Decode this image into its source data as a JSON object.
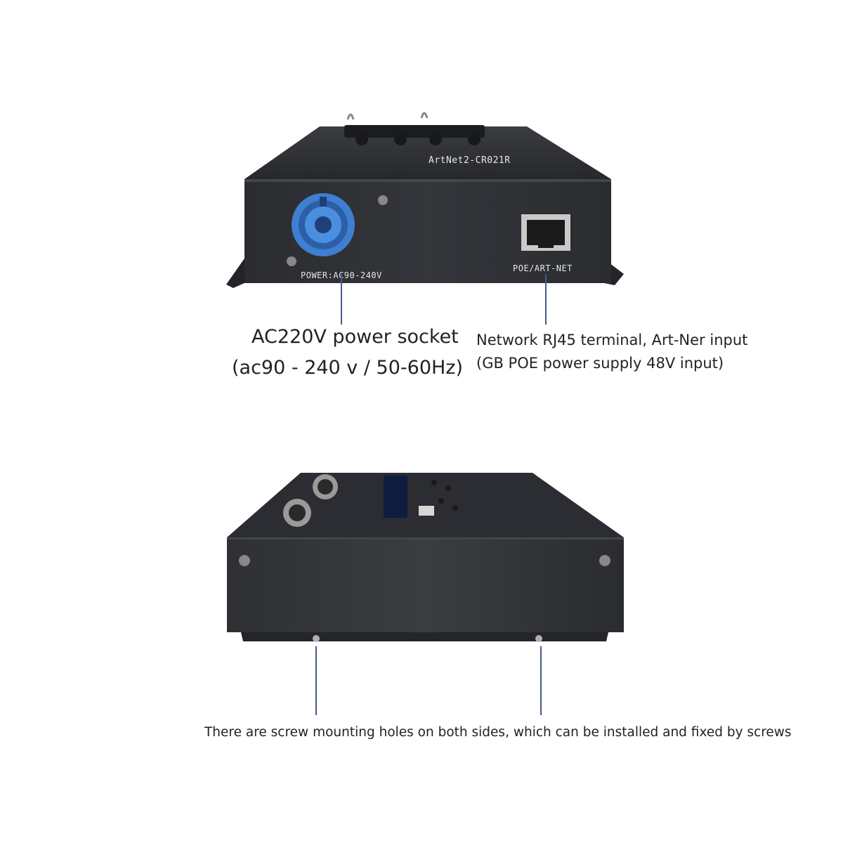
{
  "top_device": {
    "power_label": "POWER:AC90-240V",
    "network_label": "POE/ART-NET",
    "model_label": "ArtNet2-CR021R",
    "power_caption_line1": "AC220V power socket",
    "power_caption_line2": "(ac90 - 240 v / 50-60Hz)",
    "network_caption_line1": "Network RJ45 terminal, Art-Ner input",
    "network_caption_line2": "(GB POE power supply 48V input)"
  },
  "bottom_device": {
    "mount_caption": "There are screw mounting holes on both sides, which can be installed and fixed by screws"
  },
  "colors": {
    "enclosure": "#2b2d31",
    "power_connector": "#3f7fd0",
    "leader_line": "#4a5a8c"
  }
}
